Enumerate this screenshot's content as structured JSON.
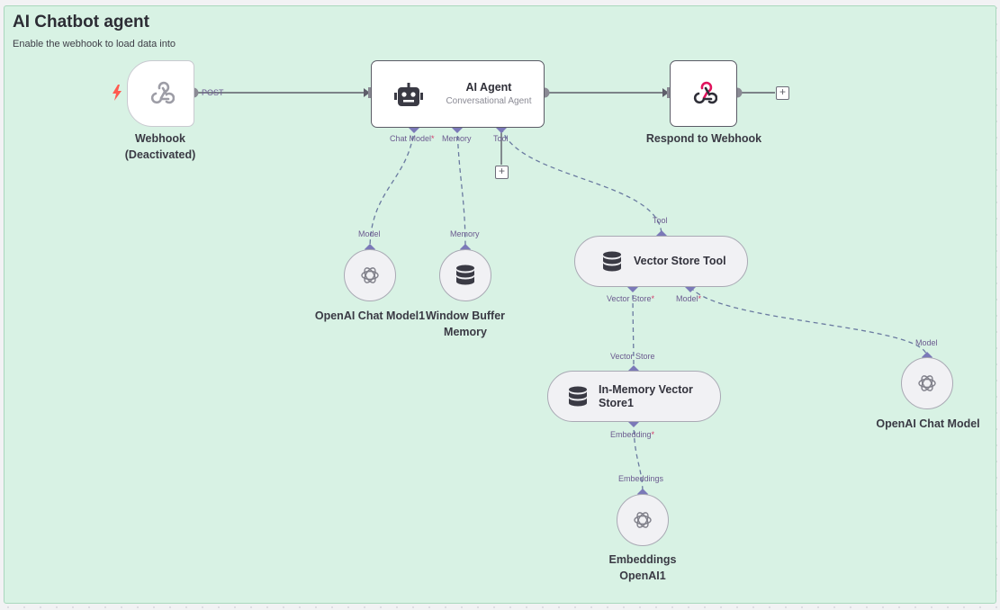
{
  "workflow": {
    "title": "AI Chatbot agent",
    "subtitle": "Enable the webhook to load data into"
  },
  "nodes": {
    "webhook": {
      "label_line1": "Webhook",
      "label_line2": "(Deactivated)",
      "output_label": "POST",
      "icon": "webhook-icon"
    },
    "ai_agent": {
      "title": "AI Agent",
      "subtitle": "Conversational Agent",
      "icon": "robot-icon",
      "ports": {
        "chat_model": "Chat Model",
        "memory": "Memory",
        "tool": "Tool"
      }
    },
    "respond": {
      "label": "Respond to Webhook",
      "icon": "webhook-icon"
    },
    "openai_chat_model1": {
      "label": "OpenAI Chat Model1",
      "port": "Model",
      "icon": "openai-icon"
    },
    "window_buffer_memory": {
      "label_line1": "Window Buffer",
      "label_line2": "Memory",
      "port": "Memory",
      "icon": "database-icon"
    },
    "vector_store_tool": {
      "label": "Vector Store Tool",
      "port_in": "Tool",
      "ports": {
        "vector_store": "Vector Store",
        "model": "Model"
      },
      "icon": "database-icon"
    },
    "in_memory_vector_store": {
      "label_line1": "In-Memory Vector",
      "label_line2": "Store1",
      "port_in": "Vector Store",
      "port_out": "Embedding",
      "icon": "database-icon"
    },
    "openai_chat_model": {
      "label": "OpenAI Chat Model",
      "port": "Model",
      "icon": "openai-icon"
    },
    "embeddings_openai": {
      "label_line1": "Embeddings",
      "label_line2": "OpenAI1",
      "port": "Embeddings",
      "icon": "openai-icon"
    }
  },
  "required_marker": "*",
  "colors": {
    "canvas_bg": "#d8f2e4",
    "port_diamond": "#7b79b8",
    "edge": "#5e5e6a",
    "dashed_edge": "#6a7aa0",
    "trigger": "#ff5a4f",
    "respond_accent": "#e0145d"
  }
}
